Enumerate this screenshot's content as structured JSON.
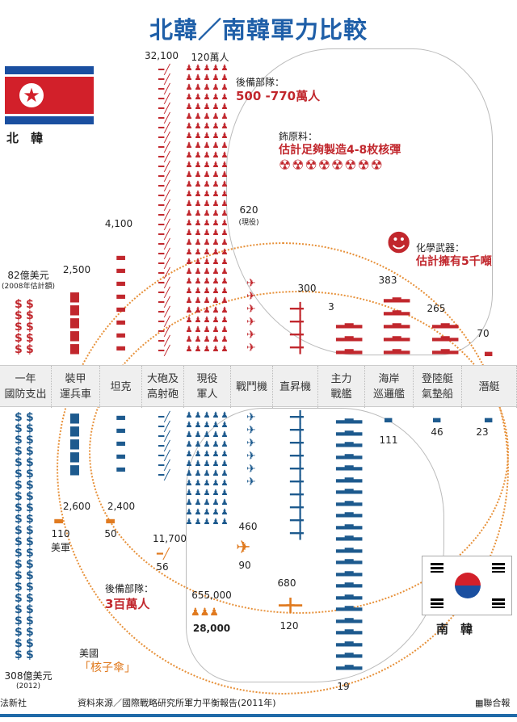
{
  "title": "北韓／南韓軍力比較",
  "north": {
    "label": "北　韓",
    "color": "#c1272d",
    "spending": "82億美元",
    "spending_note": "(2008年估計額)",
    "values": {
      "apc": "2,500",
      "tank": "4,100",
      "artillery": "32,100",
      "soldiers": "120萬人",
      "fighters": "620",
      "fighters_note": "(現役)",
      "helicopters": "300",
      "main_ships": "3",
      "coastal": "383",
      "landing": "265",
      "submarine": "70"
    },
    "reserve_label": "後備部隊：",
    "reserve_value": "500 -770萬人",
    "plutonium_label": "鈽原料：",
    "plutonium_value": "估計足夠製造4-8枚核彈",
    "chemical_label": "化學武器：",
    "chemical_value": "估計擁有5千噸"
  },
  "categories": [
    "一年\n國防支出",
    "裝甲\n運兵車",
    "坦克",
    "大砲及\n高射砲",
    "現役\n軍人",
    "戰鬥機",
    "直昇機",
    "主力\n戰艦",
    "海岸\n巡邏艦",
    "登陸艇\n氣墊船",
    "潛艇"
  ],
  "south": {
    "label": "南　韓",
    "color": "#1d5a8e",
    "spending": "308億美元",
    "spending_note": "(2012)",
    "values": {
      "apc": "2,600",
      "tank": "2,400",
      "artillery": "11,700",
      "soldiers": "655,000",
      "fighters": "460",
      "helicopters": "680",
      "main_ships": "19",
      "coastal": "111",
      "landing": "46",
      "submarine": "23"
    },
    "reserve_label": "後備部隊：",
    "reserve_value": "3百萬人"
  },
  "us": {
    "color": "#e07a1f",
    "label": "美軍",
    "tanks": "110",
    "tanks2": "50",
    "artillery": "56",
    "fighters": "90",
    "soldiers": "28,000",
    "helicopters": "120",
    "umbrella_label": "美國",
    "umbrella_value": "「核子傘」"
  },
  "footer": {
    "left": "法新社",
    "source": "資料來源／國際戰略研究所軍力平衡報告(2011年)",
    "right": "▦聯合報"
  },
  "chart_data": {
    "type": "table",
    "title": "北韓／南韓軍力比較",
    "categories": [
      "一年國防支出",
      "裝甲運兵車",
      "坦克",
      "大砲及高射砲",
      "現役軍人",
      "戰鬥機",
      "直昇機",
      "主力戰艦",
      "海岸巡邏艦",
      "登陸艇氣墊船",
      "潛艇"
    ],
    "series": [
      {
        "name": "北韓",
        "values": [
          "82億美元",
          2500,
          4100,
          32100,
          1200000,
          620,
          300,
          3,
          383,
          265,
          70
        ]
      },
      {
        "name": "南韓",
        "values": [
          "308億美元",
          2600,
          2400,
          11700,
          655000,
          460,
          680,
          19,
          111,
          46,
          23
        ]
      },
      {
        "name": "美軍",
        "values": [
          null,
          110,
          50,
          56,
          28000,
          90,
          120,
          null,
          null,
          null,
          null
        ]
      }
    ]
  },
  "pictograms": {
    "north": [
      {
        "col": 0,
        "n": 5,
        "w": 2,
        "g": "$"
      },
      {
        "col": 1,
        "n": 5,
        "w": 1,
        "g": "apc"
      },
      {
        "col": 2,
        "n": 8,
        "w": 1,
        "g": "tank"
      },
      {
        "col": 3,
        "n": 30,
        "w": 1,
        "g": "gun"
      },
      {
        "col": 4,
        "n": 30,
        "w": 5,
        "g": "man"
      },
      {
        "col": 5,
        "n": 6,
        "w": 1,
        "g": "jet"
      },
      {
        "col": 6,
        "n": 4,
        "w": 1,
        "g": "heli"
      },
      {
        "col": 7,
        "n": 3,
        "w": 1,
        "g": "ship"
      },
      {
        "col": 8,
        "n": 5,
        "w": 1,
        "g": "ship"
      },
      {
        "col": 9,
        "n": 3,
        "w": 1,
        "g": "ship"
      },
      {
        "col": 10,
        "n": 1,
        "w": 1,
        "g": "sub"
      }
    ],
    "south": [
      {
        "col": 0,
        "n": 22,
        "w": 2,
        "g": "$"
      },
      {
        "col": 1,
        "n": 5,
        "w": 1,
        "g": "apc"
      },
      {
        "col": 2,
        "n": 5,
        "w": 1,
        "g": "tank"
      },
      {
        "col": 3,
        "n": 7,
        "w": 1,
        "g": "gun"
      },
      {
        "col": 4,
        "n": 12,
        "w": 5,
        "g": "man"
      },
      {
        "col": 5,
        "n": 6,
        "w": 1,
        "g": "jet"
      },
      {
        "col": 6,
        "n": 10,
        "w": 1,
        "g": "heli"
      },
      {
        "col": 7,
        "n": 22,
        "w": 1,
        "g": "ship"
      },
      {
        "col": 8,
        "n": 1,
        "w": 1,
        "g": "sub"
      },
      {
        "col": 9,
        "n": 1,
        "w": 1,
        "g": "sub"
      },
      {
        "col": 10,
        "n": 1,
        "w": 1,
        "g": "sub"
      }
    ]
  }
}
